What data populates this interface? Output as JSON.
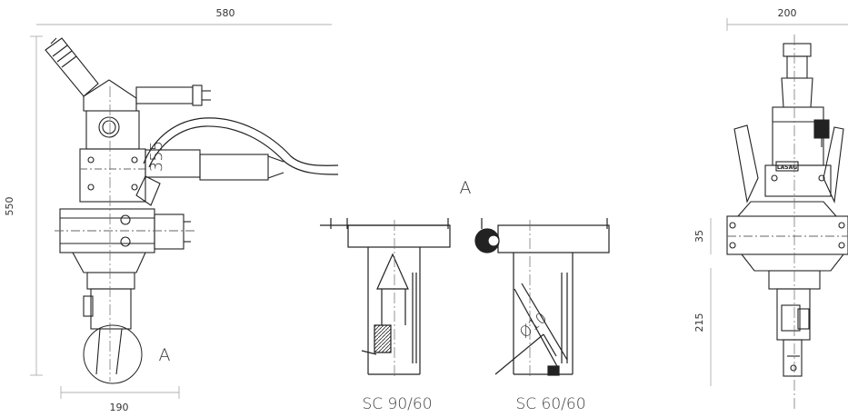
{
  "dimensions": {
    "width_top": "580",
    "height_left": "550",
    "offset_355": "355",
    "width_bottom": "190",
    "width_right": "200",
    "height_35": "35",
    "height_215": "215",
    "diameter": "Ø10"
  },
  "labels": {
    "detail_marker": "A",
    "detail_title": "A",
    "variant_left": "SC 90/60",
    "variant_right": "SC 60/60",
    "logo": "LASAG"
  }
}
